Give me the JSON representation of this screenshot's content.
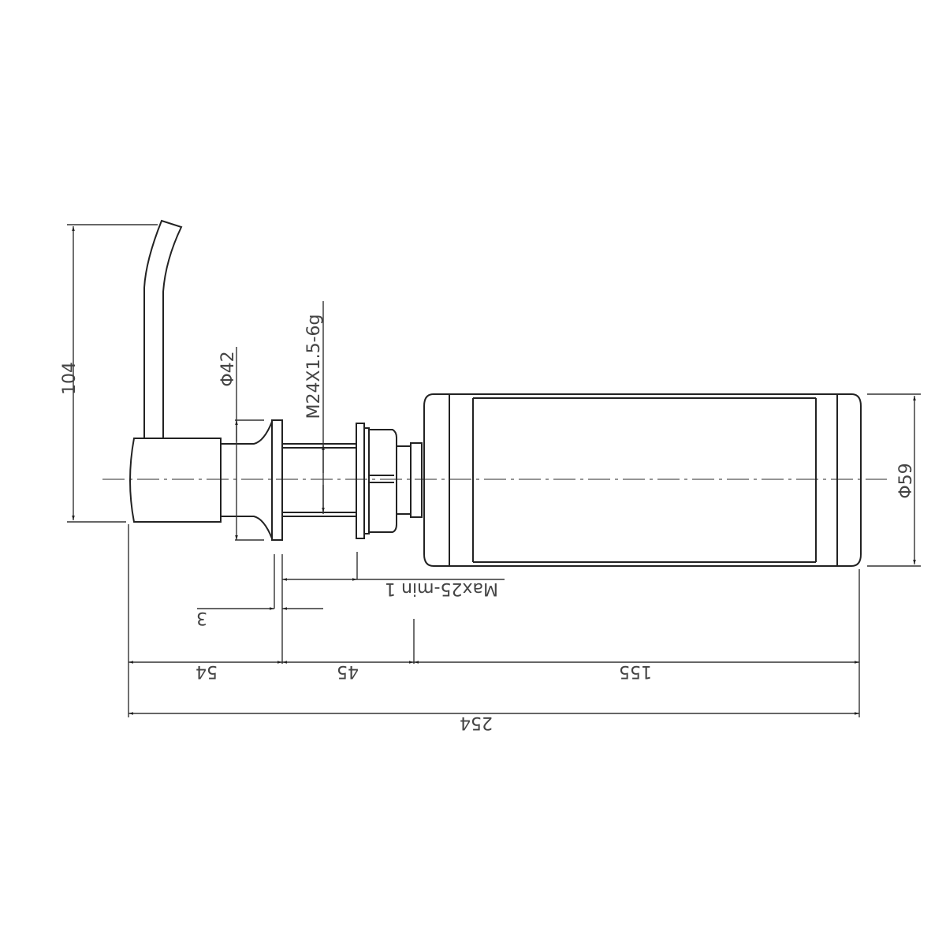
{
  "drawing": {
    "dimensions": {
      "height_spout": "104",
      "flange_diameter": "Φ42",
      "thread": "M24X1.5-6g",
      "bottle_diameter": "Φ59",
      "counter_thickness": "Max25-min 1",
      "flange_thickness": "3",
      "head_length": "54",
      "mid_length": "45",
      "bottle_length": "155",
      "total_length": "254"
    }
  }
}
